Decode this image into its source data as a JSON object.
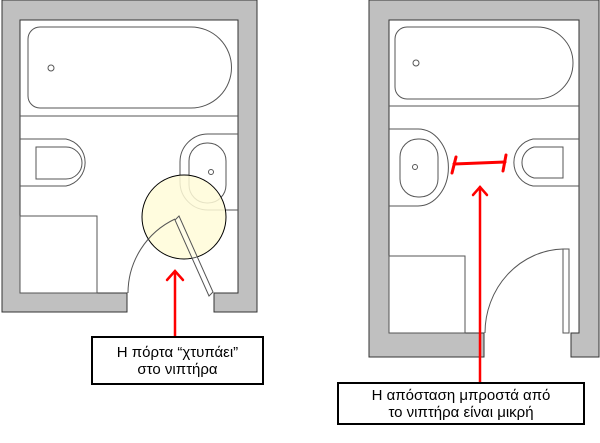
{
  "colors": {
    "wall": "#c0c0c0",
    "fixture_line": "#555555",
    "highlight": "#fffbd8",
    "annotation": "#ff0000"
  },
  "callouts": [
    {
      "line1": "Η πόρτα “χτυπάει”",
      "line2": "στο νιπτήρα"
    },
    {
      "line1": "Η απόσταση μπροστά από",
      "line2": "το νιπτήρα είναι μικρή"
    }
  ]
}
